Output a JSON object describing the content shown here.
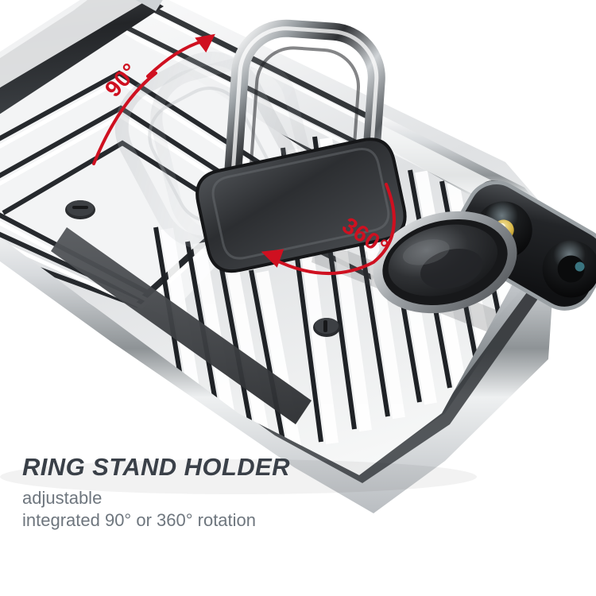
{
  "product": {
    "type": "phone-case-with-ring-stand",
    "finish": "chrome-silver",
    "alt": "Silver chrome armor phone case with integrated ring stand holder",
    "colors": {
      "background": "#ffffff",
      "chrome_light": "#ffffff",
      "chrome_mid": "#c9ccd0",
      "chrome_dark": "#6e7478",
      "edge_black": "#2b2d30",
      "rubber": "#3a3c40",
      "accent_red": "#cf1020",
      "flash_gold": "#d9b84a",
      "lens_teal": "#2f6f7a"
    }
  },
  "annotations": [
    {
      "id": "rotation-90",
      "label": "90°",
      "rotation_deg": -48,
      "arrow": "curved-up-right"
    },
    {
      "id": "rotation-360",
      "label": "360°",
      "rotation_deg": 33,
      "arrow": "curved-left"
    }
  ],
  "caption": {
    "headline": "RING STAND HOLDER",
    "line1": "adjustable",
    "line2": "integrated 90° or 360° rotation"
  }
}
